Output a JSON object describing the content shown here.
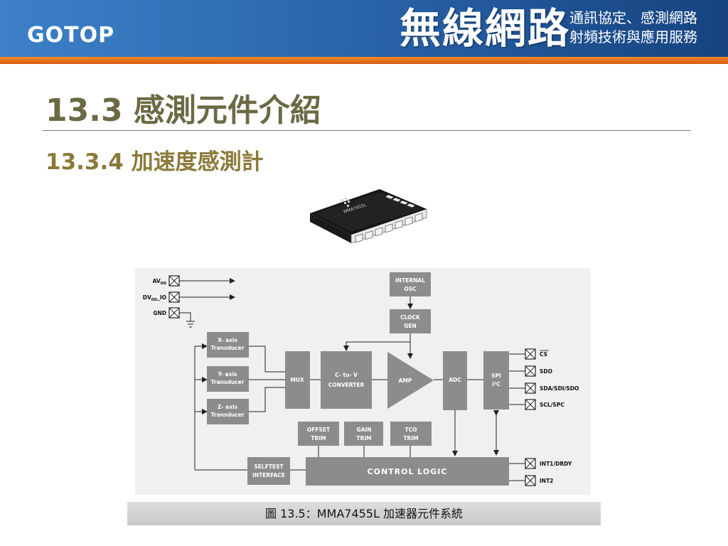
{
  "header": {
    "logo": "GOTOP",
    "brand_title": "無線網路",
    "brand_sub1": "通訊協定、感測網路",
    "brand_sub2": "射頻技術與應用服務"
  },
  "slide": {
    "title": "13.3  感測元件介紹",
    "subtitle": "13.3.4  加速度感測計"
  },
  "chip": {
    "marking": "MMA7455L"
  },
  "diagram": {
    "power_pins": {
      "avdd": "AV",
      "avdd_sub": "DD",
      "dvdd": "DV",
      "dvdd_sub": "DD",
      "dvdd_suffix": "_IO",
      "gnd": "GND"
    },
    "blocks": {
      "x_axis_1": "X- axis",
      "x_axis_2": "Transducer",
      "y_axis_1": "Y- axis",
      "y_axis_2": "Transducer",
      "z_axis_1": "Z- axis",
      "z_axis_2": "Transducer",
      "mux": "MUX",
      "cv_1": "C- to- V",
      "cv_2": "CONVERTER",
      "amp": "AMP",
      "adc": "ADC",
      "osc_1": "INTERNAL",
      "osc_2": "OSC",
      "clock_1": "CLOCK",
      "clock_2": "GEN",
      "spi_1": "SPI",
      "spi_2": "I²C",
      "offset_1": "OFFSET",
      "offset_2": "TRIM",
      "gain_1": "GAIN",
      "gain_2": "TRIM",
      "tco_1": "TCO",
      "tco_2": "TRIM",
      "selftest_1": "SELFTEST",
      "selftest_2": "INTERFACE",
      "control": "CONTROL LOGIC"
    },
    "pins": {
      "cs": "CS",
      "sdo": "SDO",
      "sda": "SDA/SDI/SDO",
      "scl": "SCL/SPC",
      "int1": "INT1/DRDY",
      "int2": "INT2"
    }
  },
  "caption": "圖 13.5：MMA7455L 加速器元件系統",
  "colors": {
    "header_blue": "#2b66ad",
    "header_orange": "#e97a22",
    "title_olive": "#6b6a45",
    "block_gray": "#8c8c8c"
  }
}
